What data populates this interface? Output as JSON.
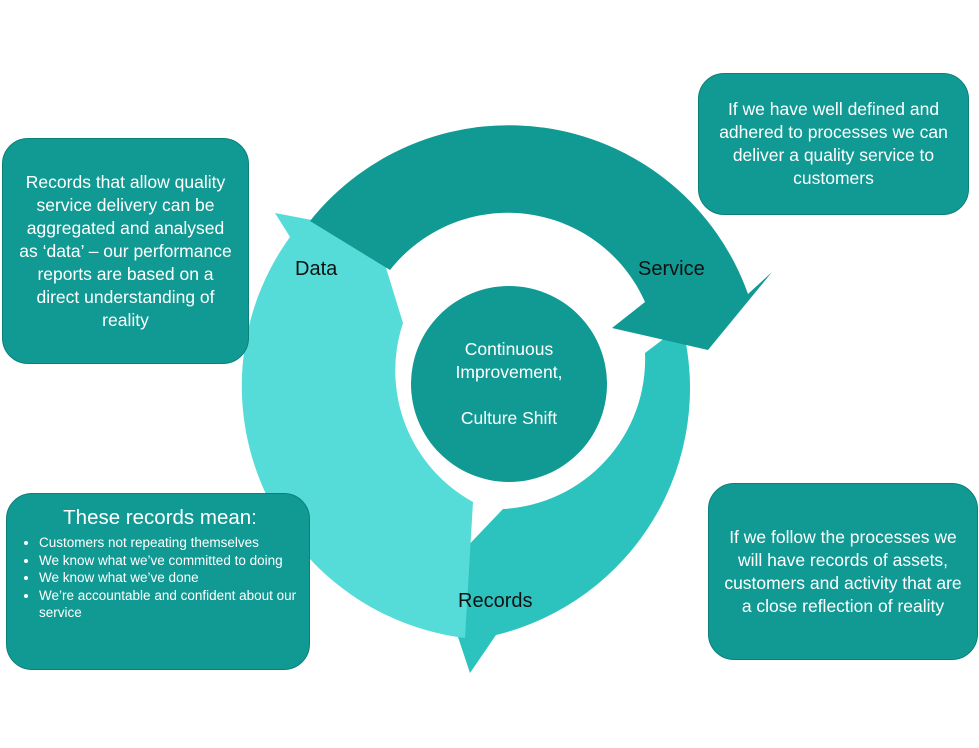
{
  "colors": {
    "dark_teal": "#109a93",
    "mid_teal": "#2cc2be",
    "light_teal": "#55dcd8",
    "text_dark": "#111111",
    "text_light": "#ffffff"
  },
  "cycle": {
    "labels": {
      "data": "Data",
      "service": "Service",
      "records": "Records"
    },
    "center": {
      "line1": "Continuous",
      "line2": "Improvement,",
      "line3": "Culture Shift"
    }
  },
  "boxes": {
    "data_text": "Records that allow quality service delivery can be aggregated and analysed as ‘data’ – our performance reports are based on a direct understanding of reality",
    "service_text": "If we have well defined and adhered to processes we can deliver a quality service to customers",
    "records_text": "If we follow the processes we will have records of assets, customers and activity that are a close reflection of reality",
    "meaning": {
      "title": "These records mean:",
      "items": [
        "Customers not repeating themselves",
        "We know what we’ve committed to doing",
        "We know what we’ve done",
        "We’re accountable and confident about our service"
      ]
    }
  }
}
